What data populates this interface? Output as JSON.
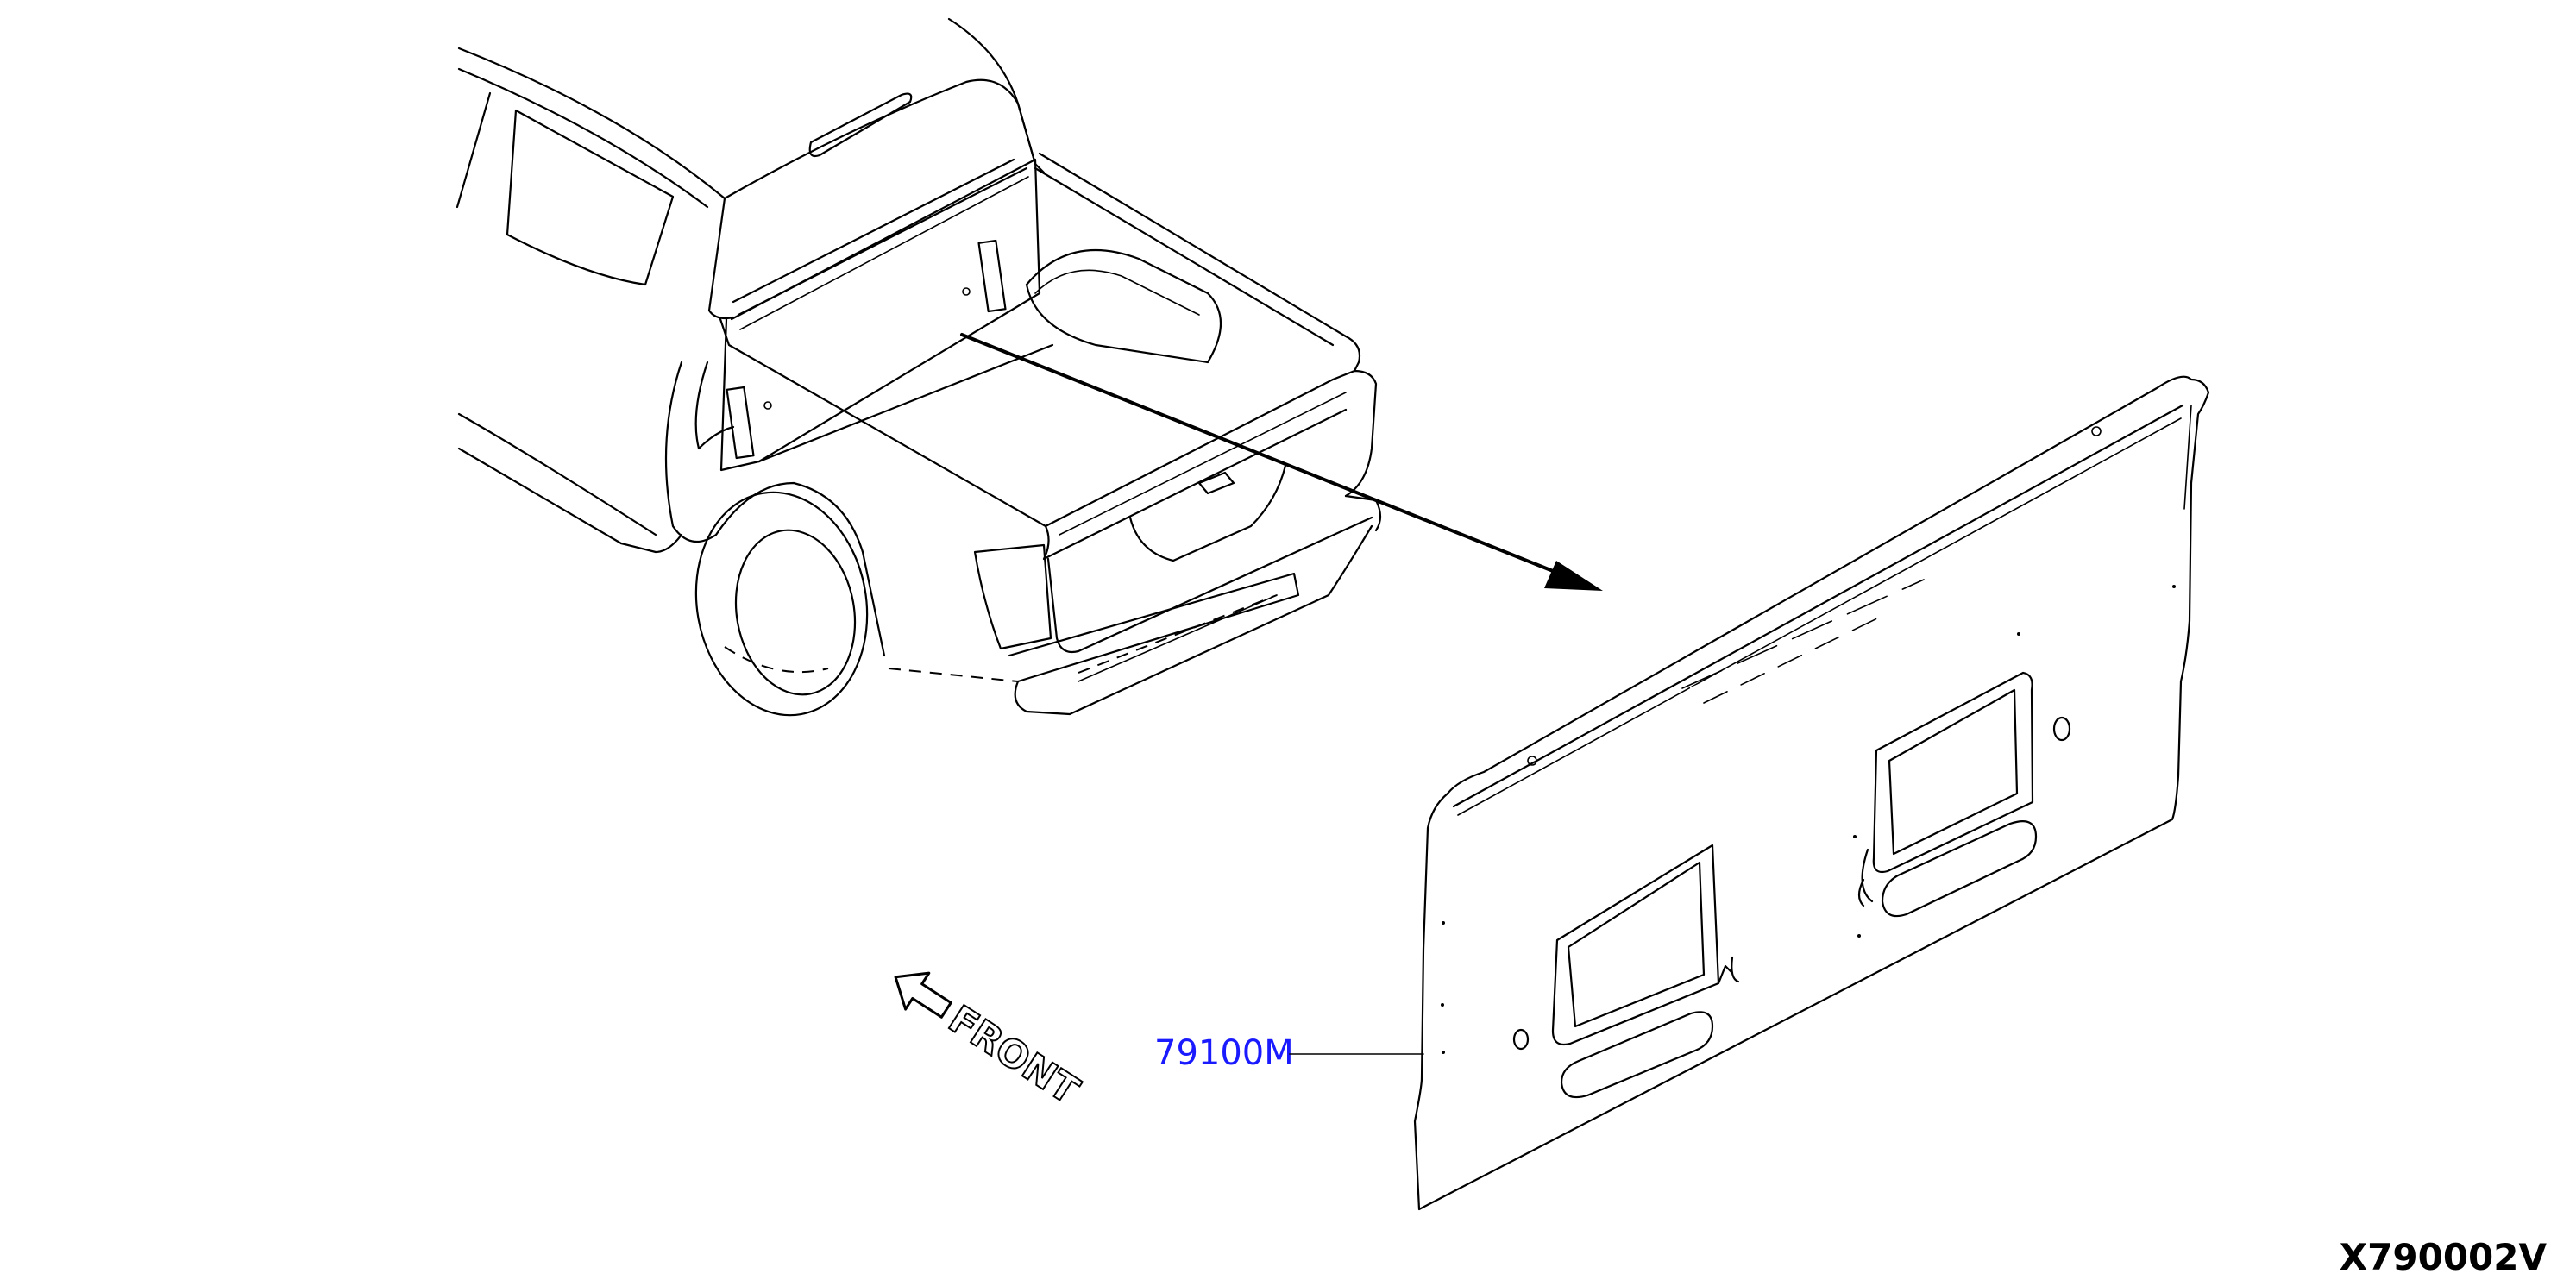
{
  "diagram": {
    "part_callout": {
      "number": "79100M",
      "color": "#1a1aff"
    },
    "direction_label": "FRONT",
    "diagram_code": "X790002V"
  }
}
